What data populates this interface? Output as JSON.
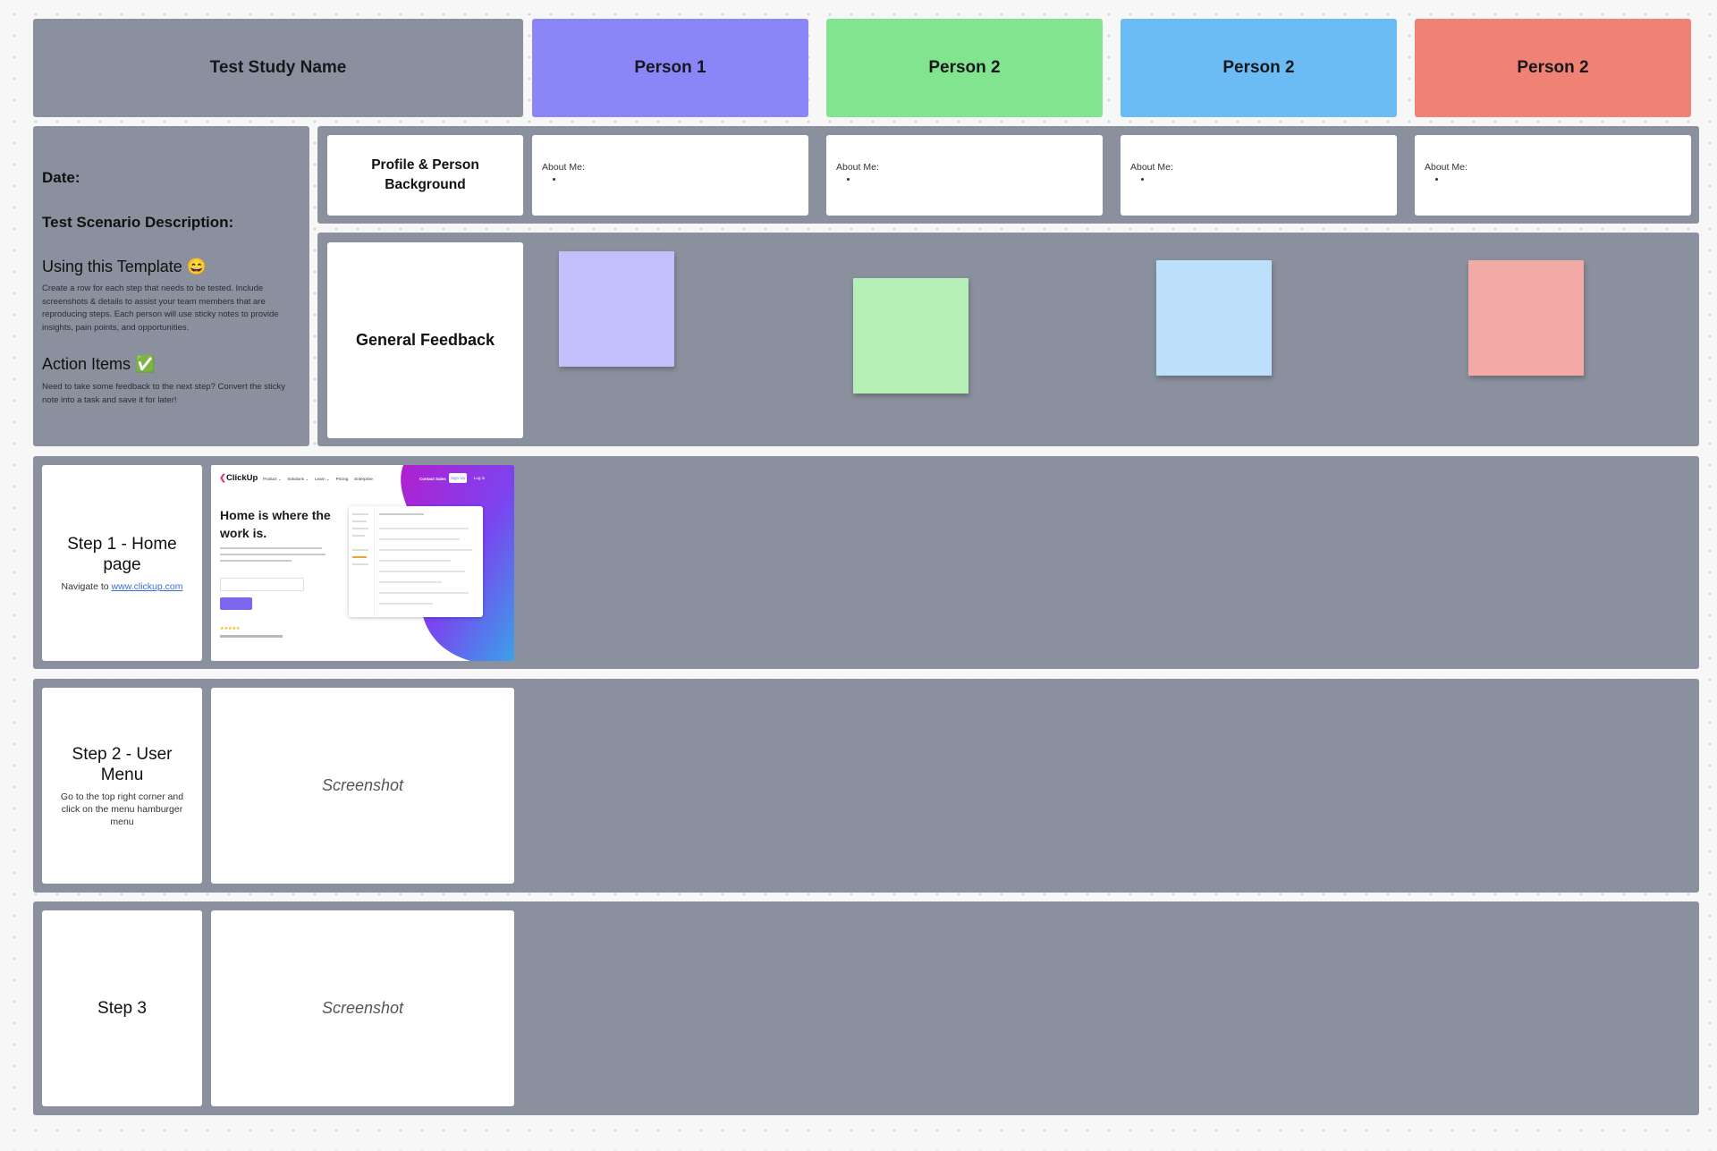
{
  "header": {
    "study_name": "Test Study Name",
    "persons": [
      "Person 1",
      "Person 2",
      "Person 2",
      "Person 2"
    ],
    "colors": [
      "#8a86f8",
      "#82e48e",
      "#6bbcf5",
      "#f08275"
    ]
  },
  "info_panel": {
    "date_label": "Date:",
    "scenario_label": "Test Scenario Description:",
    "template_title": "Using this Template 😄",
    "template_desc": "Create a row for each step that needs to be tested. Include screenshots & details to assist your team members that are reproducing steps. Each person will use sticky notes to provide insights, pain points, and opportunities.",
    "action_title": "Action Items ✅",
    "action_desc": "Need to take some feedback to the next step? Convert the sticky note into a task and save it for later!"
  },
  "profile_row": {
    "label": "Profile & Person Background",
    "about_label": "About Me:"
  },
  "feedback_row": {
    "label": "General Feedback",
    "sticky_colors": [
      "#c2c0fb",
      "#b5efb5",
      "#bcdffb",
      "#f2aaa6"
    ]
  },
  "steps": [
    {
      "title": "Step 1 - Home page",
      "desc_prefix": "Navigate to ",
      "link": "www.clickup.com"
    },
    {
      "title": "Step 2 - User Menu",
      "desc": "Go to the top right corner and click on the menu hamburger menu",
      "screenshot": "Screenshot"
    },
    {
      "title": "Step 3",
      "screenshot": "Screenshot"
    }
  ],
  "clickup_shot": {
    "logo": "ClickUp",
    "nav": [
      "Product ⌄",
      "Solutions ⌄",
      "Learn ⌄",
      "Pricing",
      "Enterprise"
    ],
    "contact": "Contact Sales",
    "signup": "Sign Up",
    "login": "Log in",
    "headline": "Home is where the work is."
  }
}
